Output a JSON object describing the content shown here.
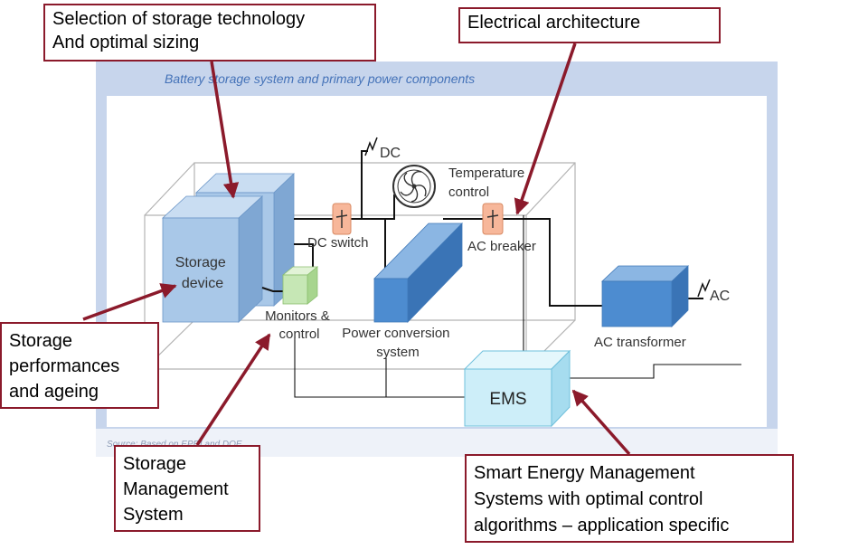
{
  "figure": {
    "header": "Battery storage system and primary power components",
    "source": "Source: Based on EPRI and DOE."
  },
  "components": {
    "storage_device": [
      "Storage",
      "device"
    ],
    "dc_switch": "DC switch",
    "monitors": [
      "Monitors &",
      "control"
    ],
    "dc": "DC",
    "temperature": [
      "Temperature",
      "control"
    ],
    "pcs": [
      "Power conversion",
      "system"
    ],
    "ac_breaker": "AC breaker",
    "ac_transformer": "AC transformer",
    "ac": "AC",
    "ems": "EMS"
  },
  "callouts": {
    "storage_tech": [
      "Selection of storage technology",
      "And optimal sizing"
    ],
    "electrical": [
      "Electrical architecture"
    ],
    "performance": [
      "Storage",
      "performances",
      "and ageing"
    ],
    "bms": [
      "Storage",
      "Management",
      "System"
    ],
    "smart_ems": [
      "Smart Energy Management",
      "Systems with optimal control",
      "algorithms – application specific"
    ]
  },
  "colors": {
    "frame": "#c7d5ec",
    "header_text": "#4472b8",
    "callout_border": "#8b1a2b",
    "storage_face": "#a9c8e8",
    "pcs_face": "#4d8cd0",
    "ems_face": "#cdeef9",
    "monitor_face": "#c6e7b5",
    "switch_face": "#f7b79a"
  }
}
